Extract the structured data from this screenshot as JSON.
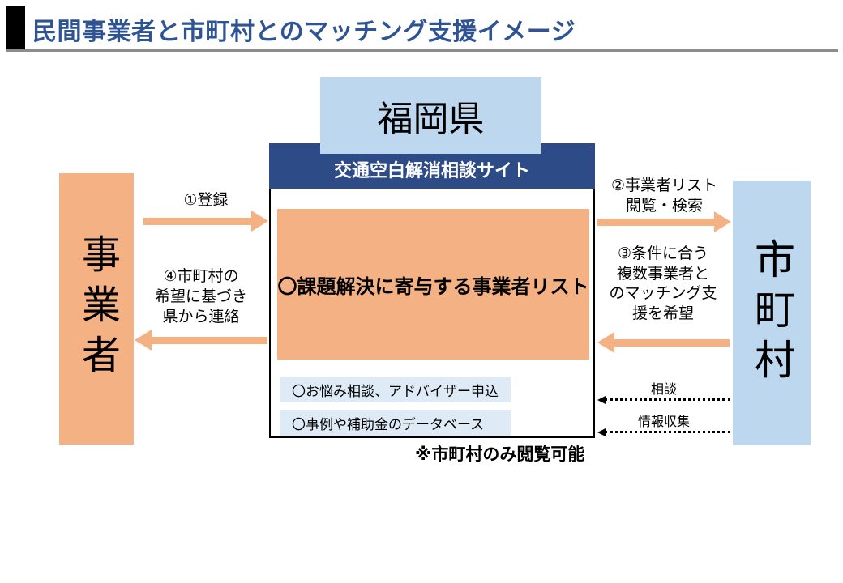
{
  "header": {
    "title": "民間事業者と市町村とのマッチング支援イメージ"
  },
  "center": {
    "prefecture": "福岡県",
    "site_title": "交通空白解消相談サイト",
    "list_label": "〇課題解決に寄与する事業者リスト",
    "sub_items": [
      "〇お悩み相談、アドバイザー申込",
      "〇事例や補助金のデータベース"
    ],
    "note": "※市町村のみ閲覧可能"
  },
  "left_entity": {
    "label": "事業者"
  },
  "right_entity": {
    "label": "市町村"
  },
  "flows": {
    "register": {
      "label": "①登録",
      "direction": "right",
      "style": "solid"
    },
    "contact": {
      "label": "④市町村の\n希望に基づき\n県から連絡",
      "direction": "left",
      "style": "solid"
    },
    "browse": {
      "label": "②事業者リスト\n閲覧・検索",
      "direction": "right",
      "style": "solid"
    },
    "matching": {
      "label": "③条件に合う\n複数事業者と\nのマッチング支\n援を希望",
      "direction": "left",
      "style": "solid"
    },
    "consult": {
      "label": "相談",
      "direction": "left",
      "style": "dotted"
    },
    "gather": {
      "label": "情報収集",
      "direction": "left",
      "style": "dotted"
    }
  },
  "colors": {
    "accent_orange": "#F4B183",
    "accent_blue_light": "#BDD7EE",
    "accent_blue_pale": "#DEEBF7",
    "accent_blue_dark": "#2D4B87",
    "title_blue": "#2F5496",
    "rule_gray": "#8C8C8C"
  }
}
